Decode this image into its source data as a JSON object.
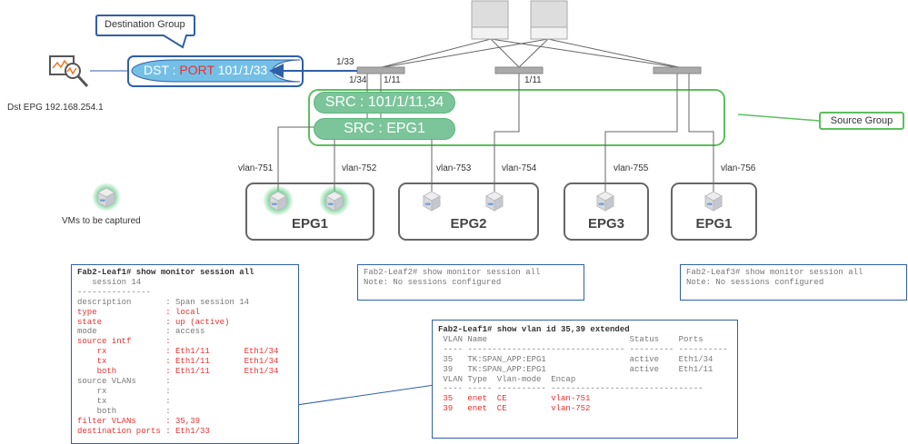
{
  "labels": {
    "destination_group": "Destination Group",
    "dst_prefix": "DST : ",
    "dst_port_word": "PORT",
    "dst_port_value": " 101/1/33",
    "dst_epg": "Dst EPG 192.168.254.1",
    "port_1_33": "1/33",
    "port_1_34": "1/34",
    "port_1_11_leaf1": "1/11",
    "port_1_11_leaf2": "1/11",
    "src_ports": "SRC : 101/1/11,34",
    "src_epg": "SRC : EPG1",
    "source_group": "Source Group",
    "vms_to_be_captured": "VMs to be captured",
    "vm_glyph": "VM"
  },
  "vlans": [
    "vlan-751",
    "vlan-752",
    "vlan-753",
    "vlan-754",
    "vlan-755",
    "vlan-756"
  ],
  "epgs": [
    "EPG1",
    "EPG2",
    "EPG3",
    "EPG1"
  ],
  "colors": {
    "red": "#e83030",
    "blue": "#2f5fa8",
    "green": "#5cbf5c",
    "captured_glow": "#3cc46a"
  },
  "terminal_leaf1": {
    "lines": [
      {
        "text": "Fab2-Leaf1# show monitor session all",
        "style": "b"
      },
      {
        "text": "   session 14",
        "style": ""
      },
      {
        "text": "---------------",
        "style": ""
      },
      {
        "text": "description       : Span session 14",
        "style": ""
      },
      {
        "text": "type              : local",
        "style": "red"
      },
      {
        "text": "state             : up (active)",
        "style": "red"
      },
      {
        "text": "mode              : access",
        "style": ""
      },
      {
        "text": "source intf       :",
        "style": "red"
      },
      {
        "text": "    rx            : Eth1/11       Eth1/34",
        "style": "red"
      },
      {
        "text": "    tx            : Eth1/11       Eth1/34",
        "style": "red"
      },
      {
        "text": "    both          : Eth1/11       Eth1/34",
        "style": "red"
      },
      {
        "text": "source VLANs      :",
        "style": ""
      },
      {
        "text": "    rx            :",
        "style": ""
      },
      {
        "text": "    tx            :",
        "style": ""
      },
      {
        "text": "    both          :",
        "style": ""
      },
      {
        "text": "filter VLANs      : 35,39",
        "style": "red"
      },
      {
        "text": "destination ports : Eth1/33",
        "style": "red"
      }
    ]
  },
  "terminal_leaf2": {
    "lines": [
      {
        "text": "Fab2-Leaf2# show monitor session all",
        "style": ""
      },
      {
        "text": "Note: No sessions configured",
        "style": ""
      }
    ]
  },
  "terminal_leaf3": {
    "lines": [
      {
        "text": "Fab2-Leaf3# show monitor session all",
        "style": ""
      },
      {
        "text": "Note: No sessions configured",
        "style": ""
      }
    ]
  },
  "terminal_vlan": {
    "lines": [
      {
        "text": "Fab2-Leaf1# show vlan id 35,39 extended",
        "style": "b"
      },
      {
        "text": "",
        "style": ""
      },
      {
        "text": " VLAN Name                             Status    Ports",
        "style": ""
      },
      {
        "text": " ---- -------------------------------- --------- ----------",
        "style": ""
      },
      {
        "text": " 35   TK:SPAN_APP:EPG1                 active    Eth1/34",
        "style": ""
      },
      {
        "text": " 39   TK:SPAN_APP:EPG1                 active    Eth1/11",
        "style": ""
      },
      {
        "text": "",
        "style": ""
      },
      {
        "text": " VLAN Type  Vlan-mode  Encap",
        "style": ""
      },
      {
        "text": " ---- ----- ---------- -------------------------------",
        "style": ""
      },
      {
        "text": " 35   enet  CE         vlan-751",
        "style": "red"
      },
      {
        "text": " 39   enet  CE         vlan-752",
        "style": "red"
      }
    ]
  }
}
